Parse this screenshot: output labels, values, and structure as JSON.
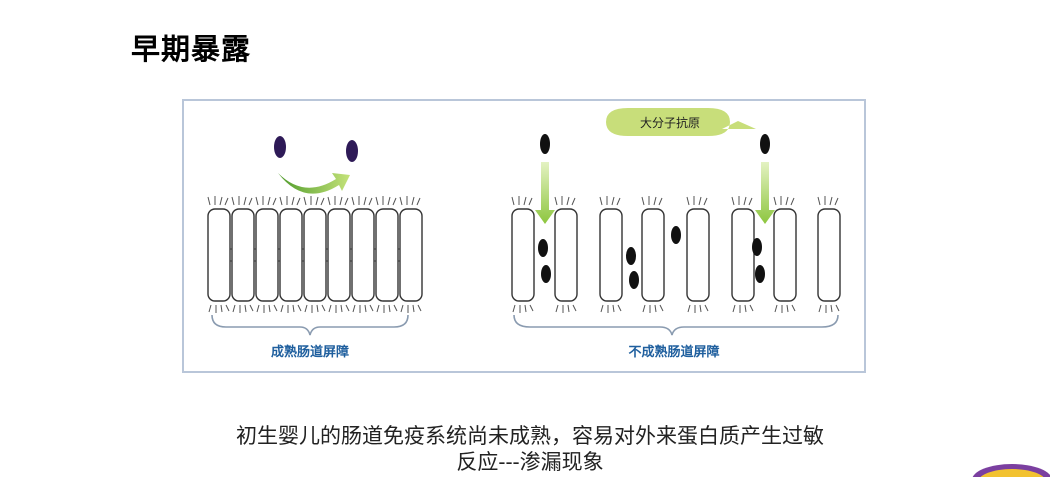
{
  "slide": {
    "title": "早期暴露",
    "caption_line1": "初生婴儿的肠道免疫系统尚未成熟，容易对外来蛋白质产生过敏",
    "caption_line2": "反应---渗漏现象"
  },
  "diagram": {
    "left_label": "成熟肠道屏障",
    "right_label": "不成熟肠道屏障",
    "callout_label": "大分子抗原"
  },
  "colors": {
    "frame_border": "#b9c6d9",
    "label_blue": "#1f5f9e",
    "arrow_green": "#8dc63f",
    "particle_purple": "#2e1a57",
    "particle_black": "#111111",
    "callout_fill": "#c8de7a"
  }
}
